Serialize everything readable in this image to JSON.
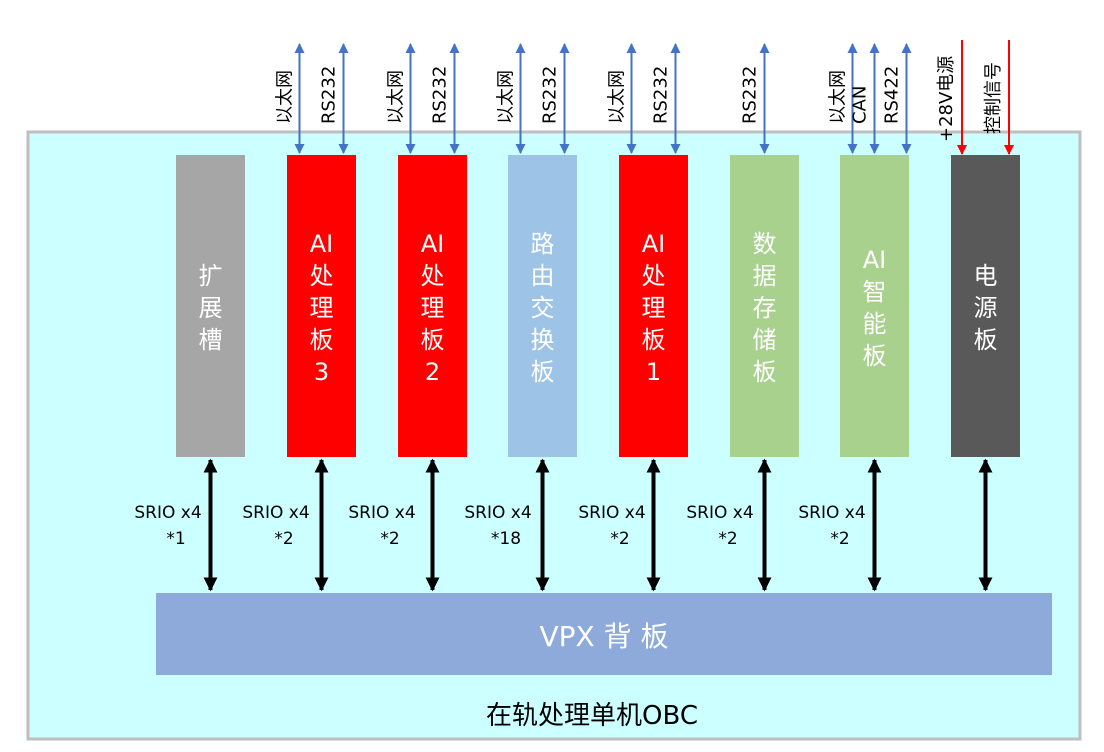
{
  "unit_title": "在轨处理单机OBC",
  "backplane": {
    "label": "VPX 背 板"
  },
  "colors": {
    "chassis_fill": "#ccffff",
    "chassis_border": "#bfbfbf",
    "backplane": "#8eaadb",
    "slot_gray": "#a6a6a6",
    "ai_red": "#ff0000",
    "router_blue": "#9dc3e6",
    "storage_green": "#a9d18e",
    "power_dark": "#595959",
    "io_arrow": "#4472c4",
    "power_arrow": "#ff0000"
  },
  "boards": [
    {
      "id": "expansion",
      "lines": [
        "扩",
        "展",
        "槽"
      ],
      "color": "slot_gray",
      "link": [
        "SRIO x4",
        "*1"
      ],
      "io": []
    },
    {
      "id": "ai3",
      "lines": [
        "AI",
        "处",
        "理",
        "板",
        "3"
      ],
      "color": "ai_red",
      "link": [
        "SRIO x4",
        "*2"
      ],
      "io": [
        "以太网",
        "RS232"
      ]
    },
    {
      "id": "ai2",
      "lines": [
        "AI",
        "处",
        "理",
        "板",
        "2"
      ],
      "color": "ai_red",
      "link": [
        "SRIO x4",
        "*2"
      ],
      "io": [
        "以太网",
        "RS232"
      ]
    },
    {
      "id": "router",
      "lines": [
        "路",
        "由",
        "交",
        "换",
        "板"
      ],
      "color": "router_blue",
      "link": [
        "SRIO x4",
        "*18"
      ],
      "io": [
        "以太网",
        "RS232"
      ]
    },
    {
      "id": "ai1",
      "lines": [
        "AI",
        "处",
        "理",
        "板",
        "1"
      ],
      "color": "ai_red",
      "link": [
        "SRIO x4",
        "*2"
      ],
      "io": [
        "以太网",
        "RS232"
      ]
    },
    {
      "id": "storage",
      "lines": [
        "数",
        "据",
        "存",
        "储",
        "板"
      ],
      "color": "storage_green",
      "link": [
        "SRIO x4",
        "*2"
      ],
      "io": [
        "RS232"
      ]
    },
    {
      "id": "ai-smart",
      "lines": [
        "AI",
        "智",
        "能",
        "板"
      ],
      "color": "storage_green",
      "link": [
        "SRIO x4",
        "*2"
      ],
      "io": [
        "以太网",
        "CAN",
        "RS422"
      ]
    },
    {
      "id": "power",
      "lines": [
        "电",
        "源",
        "板"
      ],
      "color": "power_dark",
      "link": [],
      "io": [
        "+28V电源",
        "控制信号"
      ]
    }
  ]
}
